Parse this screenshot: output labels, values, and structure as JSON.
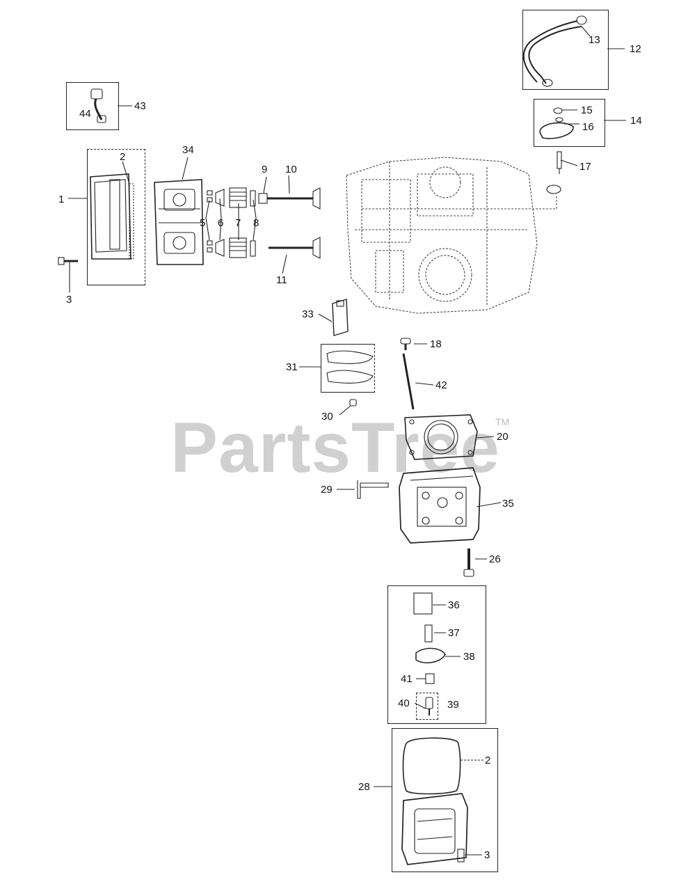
{
  "watermark": {
    "text": "PartsTree",
    "tm": "TM"
  },
  "callouts": {
    "c1": "1",
    "c2a": "2",
    "c2b": "2",
    "c3a": "3",
    "c3b": "3",
    "c5": "5",
    "c6": "6",
    "c7": "7",
    "c8": "8",
    "c9": "9",
    "c10": "10",
    "c11": "11",
    "c12": "12",
    "c13": "13",
    "c14": "14",
    "c15": "15",
    "c16": "16",
    "c17": "17",
    "c18": "18",
    "c20": "20",
    "c26": "26",
    "c28": "28",
    "c29": "29",
    "c30": "30",
    "c31": "31",
    "c33": "33",
    "c34": "34",
    "c35": "35",
    "c36": "36",
    "c37": "37",
    "c38": "38",
    "c39": "39",
    "c40": "40",
    "c41": "41",
    "c42": "42",
    "c43": "43",
    "c44": "44"
  }
}
